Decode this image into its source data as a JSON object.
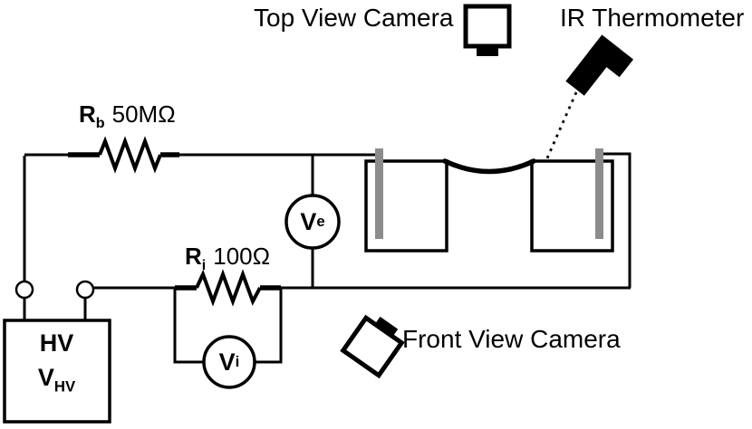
{
  "colors": {
    "line": "#000000",
    "electrode": "#8c8c8c",
    "background": "#ffffff"
  },
  "icons": {
    "top_camera": "camera-top-view-icon",
    "front_camera": "camera-front-view-icon",
    "ir_thermometer": "ir-thermometer-gun-icon"
  },
  "labels": {
    "top_view_camera": "Top View Camera",
    "ir_thermometer": "IR Thermometer",
    "front_view_camera": "Front View Camera",
    "rb": {
      "symbol": "R",
      "sub": "b",
      "value": "50MΩ"
    },
    "ri": {
      "symbol": "R",
      "sub": "i",
      "value": "100Ω"
    },
    "ve": {
      "symbol": "V",
      "sub": "e"
    },
    "vi": {
      "symbol": "V",
      "sub": "i"
    },
    "hv": {
      "line1": "HV",
      "symbol": "V",
      "sub": "HV"
    }
  }
}
